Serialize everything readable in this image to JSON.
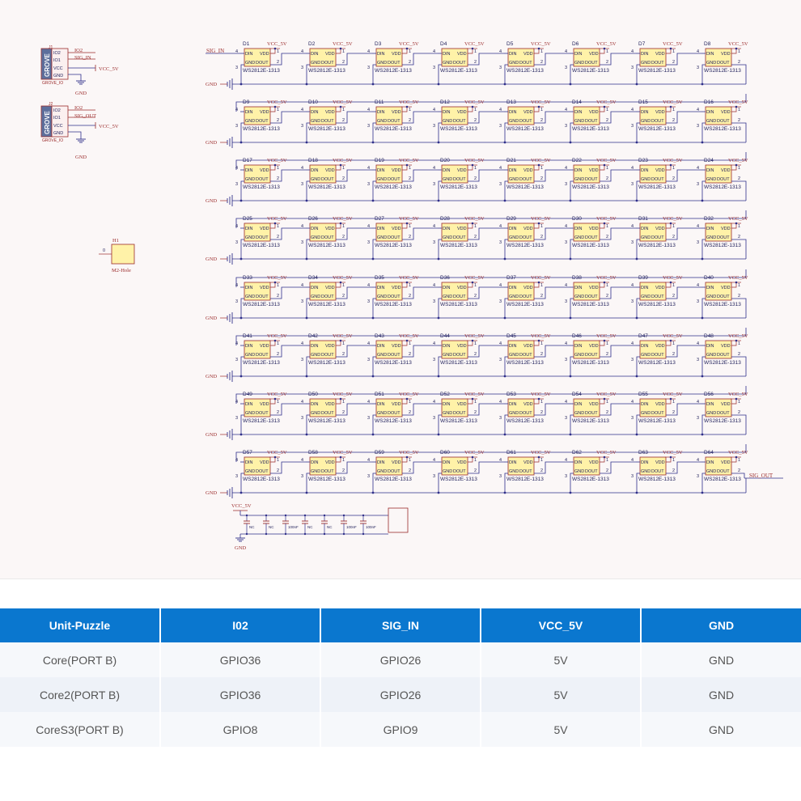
{
  "schematic": {
    "sig_in": "SIG_IN",
    "sig_out": "SIG_OUT",
    "vcc": "VCC_5V",
    "gnd": "GND",
    "part_number": "WS2812E-1313",
    "pin_din": "DIN",
    "pin_vdd": "VDD",
    "pin_gnd": "GND",
    "pin_dout": "DOUT",
    "pin1": "1",
    "pin2": "2",
    "pin3": "3",
    "pin4": "4",
    "led_prefix": "D",
    "grove1": {
      "label": "GROVE",
      "ref": "J1",
      "name": "GROVE_IO",
      "pins": [
        "IO2",
        "IO1",
        "VCC",
        "GND"
      ],
      "net1": "IO2",
      "net2": "SIG_IN",
      "vcc": "VCC_5V",
      "gnd": "GND"
    },
    "grove2": {
      "label": "GROVE",
      "ref": "J2",
      "name": "GROVE_IO",
      "pins": [
        "IO2",
        "IO1",
        "VCC",
        "GND"
      ],
      "net1": "IO2",
      "net2": "SIG_OUT",
      "vcc": "VCC_5V",
      "gnd": "GND"
    },
    "hole": {
      "ref": "H1",
      "pin": "0",
      "name": "M2-Hole"
    },
    "decoupling": {
      "vcc": "VCC_5V",
      "gnd": "GND",
      "caps": [
        "NC",
        "NC",
        "100nF",
        "NC",
        "NC",
        "100nF",
        "100nF"
      ]
    },
    "colors": {
      "wire": "#2f2f8a",
      "outline": "#9b2b2b",
      "fill": "#fff2a8",
      "text": "#1f1f5a"
    }
  },
  "table": {
    "headers": [
      "Unit-Puzzle",
      "I02",
      "SIG_IN",
      "VCC_5V",
      "GND"
    ],
    "rows": [
      [
        "Core(PORT B)",
        "GPIO36",
        "GPIO26",
        "5V",
        "GND"
      ],
      [
        "Core2(PORT B)",
        "GPIO36",
        "GPIO26",
        "5V",
        "GND"
      ],
      [
        "CoreS3(PORT B)",
        "GPIO8",
        "GPIO9",
        "5V",
        "GND"
      ]
    ],
    "colors": {
      "header_bg": "#0a77cf",
      "header_text": "#ffffff"
    }
  }
}
